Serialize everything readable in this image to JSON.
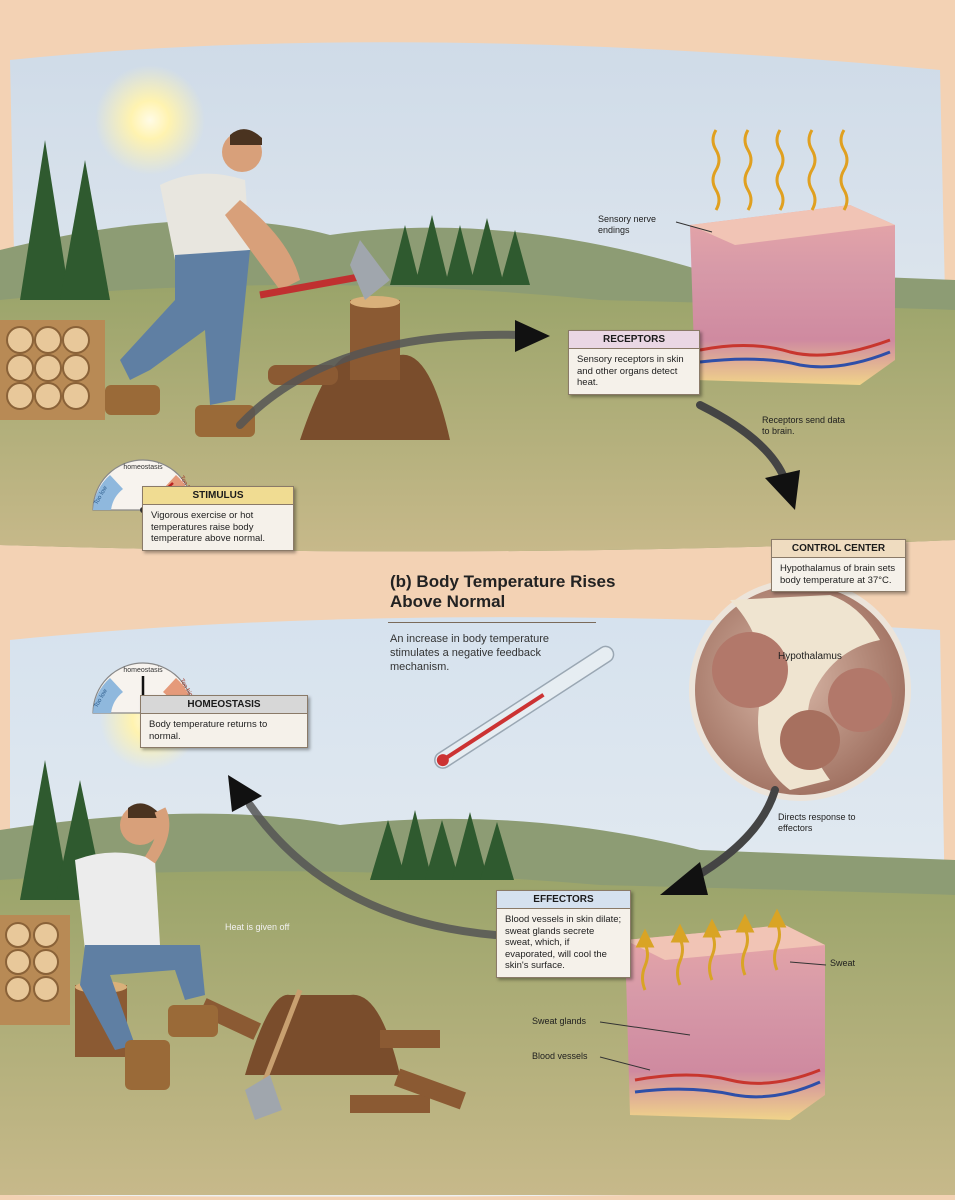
{
  "title": "(b) Body Temperature Rises Above Normal",
  "description": "An increase in body temperature stimulates a negative feedback mechanism.",
  "stimulus": {
    "header": "STIMULUS",
    "text": "Vigorous exercise or hot temperatures raise body temperature above normal.",
    "gauge_label": "homeostasis",
    "gauge_low": "Too low",
    "gauge_high": "Too high"
  },
  "receptors": {
    "header": "RECEPTORS",
    "text": "Sensory receptors in skin and other organs detect heat.",
    "nerve_label": "Sensory nerve endings",
    "send_label": "Receptors send data to brain."
  },
  "control_center": {
    "header": "CONTROL CENTER",
    "text": "Hypothalamus of brain sets body temperature at 37°C.",
    "region_label": "Hypothalamus"
  },
  "directs_label": "Directs response to effectors",
  "effectors": {
    "header": "EFFECTORS",
    "text": "Blood vessels in skin dilate; sweat glands secrete sweat, which, if evaporated, will cool the skin's surface.",
    "sweat_label": "Sweat",
    "glands_label": "Sweat glands",
    "vessels_label": "Blood vessels"
  },
  "homeostasis": {
    "header": "HOMEOSTASIS",
    "text": "Body temperature returns to normal.",
    "gauge_label": "homeostasis",
    "gauge_low": "Too low",
    "gauge_high": "Too high"
  },
  "heat_label": "Heat is given off",
  "colors": {
    "receptor_header": "#ead7e4",
    "stimulus_header": "#f0dc92",
    "control_header": "#efdcc0",
    "effector_header": "#d5e1ef",
    "homeostasis_header": "#d7d7d7"
  }
}
